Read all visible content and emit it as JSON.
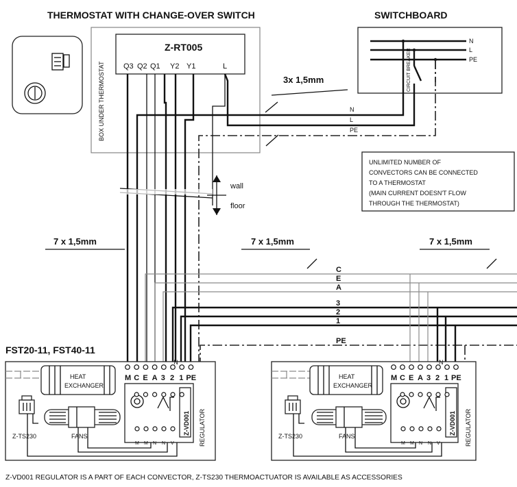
{
  "thermostat_title": "THERMOSTAT WITH CHANGE-OVER SWITCH",
  "switchboard_title": "SWITCHBOARD",
  "thermostat_model": "Z-RT005",
  "thermostat_terminals": [
    "Q3",
    "Q2",
    "Q1",
    "Y2",
    "Y1",
    "L"
  ],
  "box_label": "BOX UNDER THERMOSTAT",
  "switchboard_lines": [
    "N",
    "L",
    "PE"
  ],
  "circuit_breaker": "CIRCUIT BREAKER",
  "supply_cable": "3x 1,5mm",
  "supply_wires": [
    "N",
    "L",
    "PE"
  ],
  "note": [
    "UNLIMITED NUMBER OF",
    "CONVECTORS CAN BE CONNECTED",
    "TO A THERMOSTAT",
    "(MAIN CURRENT DOESN'T FLOW",
    "THROUGH THE THERMOSTAT)"
  ],
  "wall_label": "wall",
  "floor_label": "floor",
  "cable_label": "7 x 1,5mm",
  "bus_wires": [
    "C",
    "E",
    "A",
    "3",
    "2",
    "1",
    "PE"
  ],
  "convector_models": "FST20-11, FST40-11",
  "convector_terminals": [
    "M",
    "C",
    "E",
    "A",
    "3",
    "2",
    "1",
    "PE"
  ],
  "n_label": "N",
  "heat_exchanger": [
    "HEAT",
    "EXCHANGER"
  ],
  "regulator_label": "REGULATOR",
  "regulator_model": "Z-VD001",
  "actuator_label": "Z-TS230",
  "fans_label": "FANS",
  "bottom_terminals": [
    "M",
    "M",
    "N",
    "N",
    "V"
  ],
  "footer": "Z-VD001 REGULATOR IS A PART OF EACH CONVECTOR, Z-TS230 THERMOACTUATOR IS AVAILABLE AS ACCESSORIES"
}
